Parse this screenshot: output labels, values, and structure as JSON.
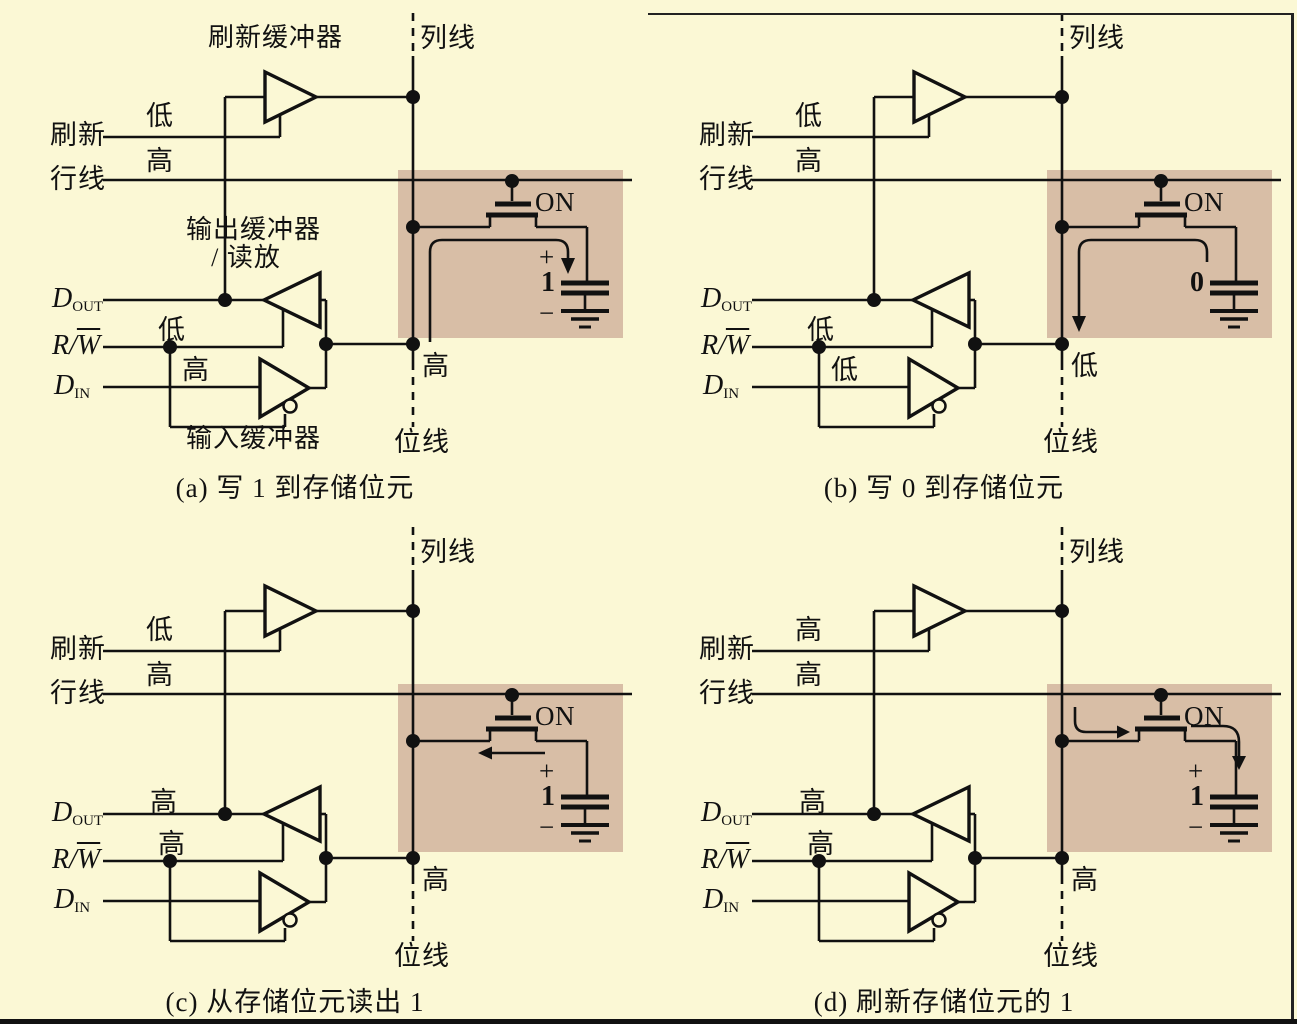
{
  "figure": {
    "background_color": "#FBF8D5",
    "cell_highlight_color": "#D8BEA6",
    "line_color": "#111111"
  },
  "shared": {
    "column_line": "列线",
    "bit_line": "位线",
    "refresh": "刷新",
    "row_line": "行线",
    "dout_main": "D",
    "dout_sub": "OUT",
    "rw_prefix": "R/",
    "rw_overline": "W",
    "din_main": "D",
    "din_sub": "IN"
  },
  "panels": [
    {
      "key": "a",
      "caption": "(a) 写 1 到存储位元",
      "component_labels": {
        "refresh_buffer": "刷新缓冲器",
        "output_buffer_line1": "输出缓冲器",
        "output_buffer_line2": "/ 读放",
        "input_buffer": "输入缓冲器"
      },
      "levels": {
        "refresh": "低",
        "row": "高",
        "dout": "",
        "rw": "低",
        "din": "高",
        "bitline": "高"
      },
      "cell": {
        "transistor_state": "ON",
        "cap_plus": "+",
        "cap_value": "1",
        "cap_minus": "−"
      },
      "current_arrow": "bitline-to-capacitor"
    },
    {
      "key": "b",
      "caption": "(b) 写 0 到存储位元",
      "component_labels": {
        "refresh_buffer": "",
        "output_buffer_line1": "",
        "output_buffer_line2": "",
        "input_buffer": ""
      },
      "levels": {
        "refresh": "低",
        "row": "高",
        "dout": "",
        "rw": "低",
        "din": "低",
        "bitline": "低"
      },
      "cell": {
        "transistor_state": "ON",
        "cap_plus": "",
        "cap_value": "0",
        "cap_minus": ""
      },
      "current_arrow": "capacitor-discharge-to-bitline"
    },
    {
      "key": "c",
      "caption": "(c) 从存储位元读出 1",
      "component_labels": {
        "refresh_buffer": "",
        "output_buffer_line1": "",
        "output_buffer_line2": "",
        "input_buffer": ""
      },
      "levels": {
        "refresh": "低",
        "row": "高",
        "dout": "高",
        "rw": "高",
        "din": "",
        "bitline": "高"
      },
      "cell": {
        "transistor_state": "ON",
        "cap_plus": "+",
        "cap_value": "1",
        "cap_minus": "−"
      },
      "current_arrow": "capacitor-read-to-bitline"
    },
    {
      "key": "d",
      "caption": "(d) 刷新存储位元的 1",
      "component_labels": {
        "refresh_buffer": "",
        "output_buffer_line1": "",
        "output_buffer_line2": "",
        "input_buffer": ""
      },
      "levels": {
        "refresh": "高",
        "row": "高",
        "dout": "高",
        "rw": "高",
        "din": "",
        "bitline": "高"
      },
      "cell": {
        "transistor_state": "ON",
        "cap_plus": "+",
        "cap_value": "1",
        "cap_minus": "−"
      },
      "current_arrow": "bitline-through-transistor-to-capacitor"
    }
  ]
}
